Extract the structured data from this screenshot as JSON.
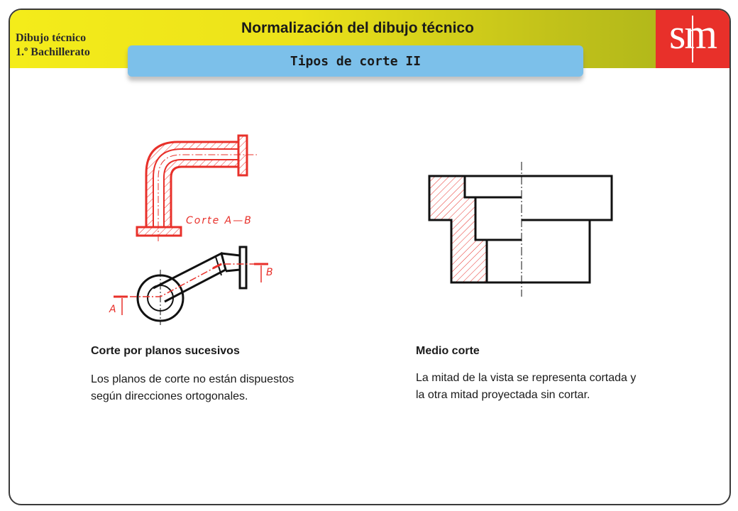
{
  "header": {
    "course_line1": "Dibujo técnico",
    "course_line2": "1.º Bachillerato",
    "title": "Normalización del dibujo técnico",
    "subtitle": "Tipos de corte II",
    "logo_text": "sm"
  },
  "left_figure": {
    "section_label": "Corte A—B",
    "label_a": "A",
    "label_b": "B",
    "caption_title": "Corte por planos sucesivos",
    "caption_text": "Los planos de corte no están dispuestos según direcciones ortogonales."
  },
  "right_figure": {
    "caption_title": "Medio corte",
    "caption_text": "La mitad de la vista se representa cortada y la otra mitad proyectada sin cortar."
  },
  "colors": {
    "accent_red": "#e8302a",
    "header_yellow": "#f4ec1a",
    "subtitle_blue": "#7cc0ea"
  }
}
